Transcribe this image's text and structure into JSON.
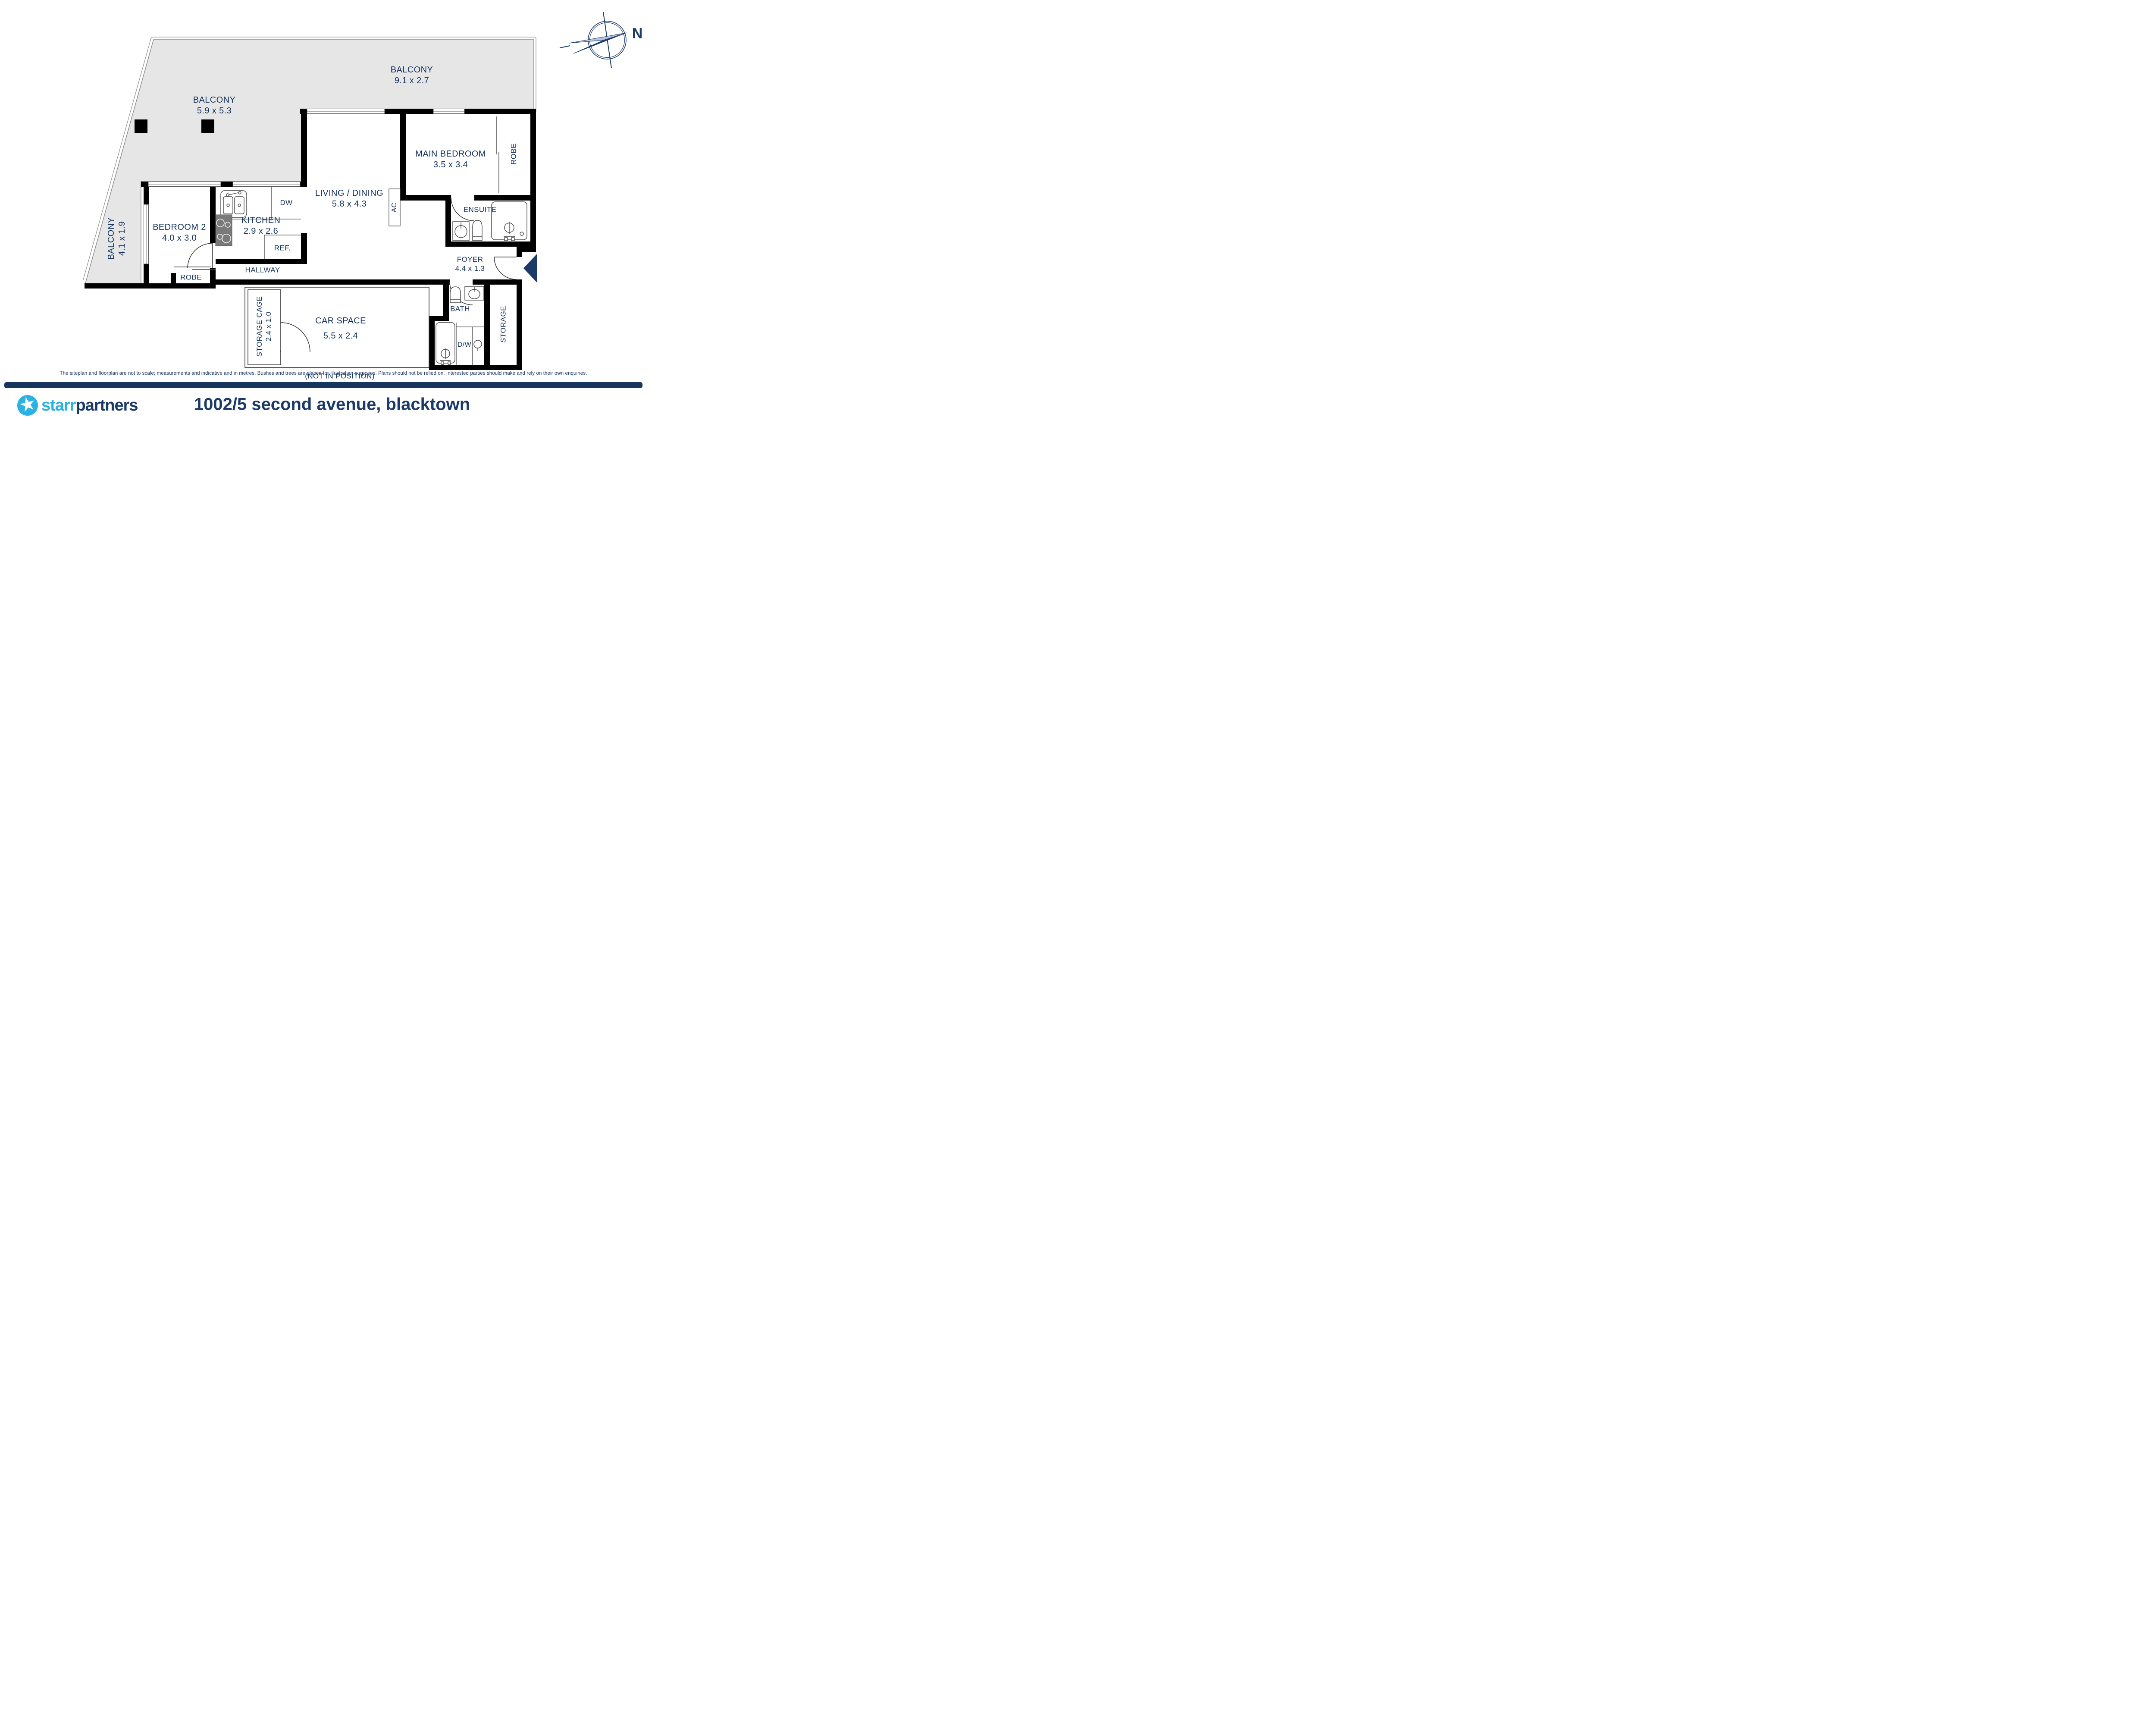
{
  "plan": {
    "balcony_top": {
      "name": "BALCONY",
      "dims": "9.1 x 2.7"
    },
    "balcony_left": {
      "name": "BALCONY",
      "dims": "5.9 x 5.3"
    },
    "balcony_side": {
      "name": "BALCONY",
      "dims": "4.1 x 1.9"
    },
    "main_bedroom": {
      "name": "MAIN BEDROOM",
      "dims": "3.5 x 3.4"
    },
    "robe_main": {
      "name": "ROBE"
    },
    "living": {
      "name": "LIVING / DINING",
      "dims": "5.8 x 4.3"
    },
    "ac": {
      "name": "AC"
    },
    "kitchen": {
      "name": "KITCHEN",
      "dims": "2.9 x 2.6"
    },
    "dw": {
      "name": "DW"
    },
    "ref": {
      "name": "REF."
    },
    "bedroom2": {
      "name": "BEDROOM 2",
      "dims": "4.0 x 3.0"
    },
    "robe_bed2": {
      "name": "ROBE"
    },
    "ensuite": {
      "name": "ENSUITE"
    },
    "hallway": {
      "name": "HALLWAY"
    },
    "foyer": {
      "name": "FOYER",
      "dims": "4.4 x 1.3"
    },
    "storage_cage": {
      "name": "STORAGE CAGE",
      "dims": "2.4 x 1.0"
    },
    "car_space": {
      "name": "CAR SPACE",
      "dims": "5.5 x 2.4",
      "note": "(NOT IN POSITION)"
    },
    "bath": {
      "name": "BATH"
    },
    "dw2": {
      "name": "D/W"
    },
    "storage": {
      "name": "STORAGE"
    }
  },
  "compass": {
    "north": "N"
  },
  "footer": {
    "disclaimer": "The siteplan and floorplan are not to scale; measurements and indicative and in metres. Bushes and trees are placed for illustration purposes. Plans should not be relied on. Interested parties should make and rely on their own enquiries.",
    "brand_light": "starr",
    "brand_dark": "partners",
    "brand_star": "★",
    "address": "1002/5 second avenue, blacktown"
  },
  "colors": {
    "navy_text": "#16335e",
    "wall": "#000000",
    "balcony_fill": "#e6e6e6",
    "bar": "#17365d",
    "brand_blue": "#2bb2e5",
    "stove": "#7a7a7a"
  }
}
